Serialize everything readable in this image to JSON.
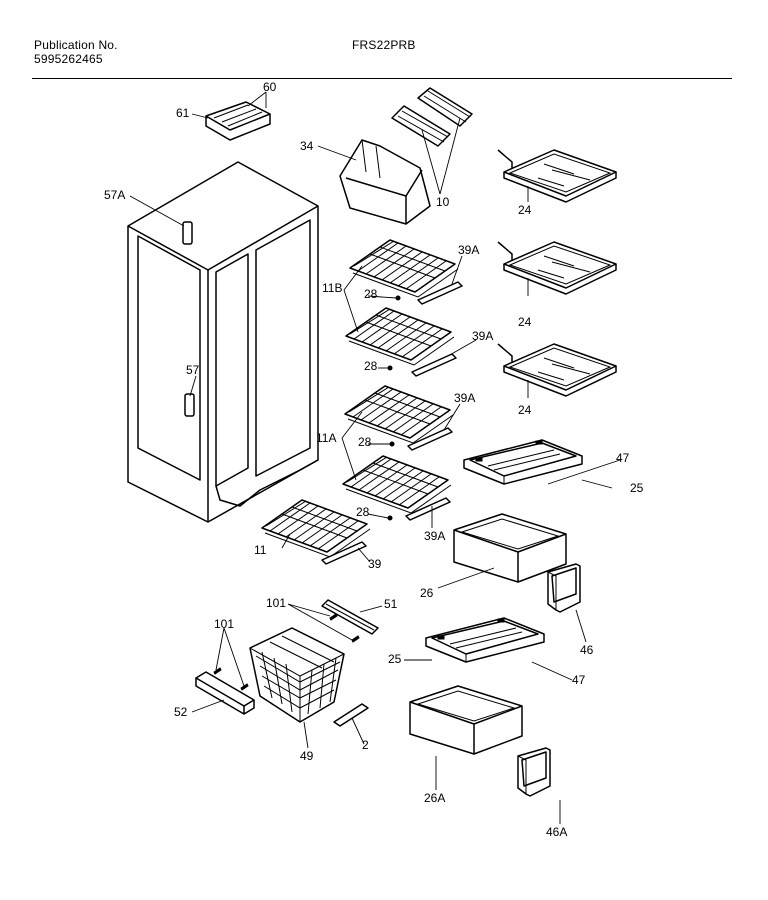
{
  "header": {
    "publication_label": "Publication No.",
    "publication_number": "5995262465",
    "model": "FRS22PRB"
  },
  "callouts": [
    {
      "id": "c60",
      "text": "60"
    },
    {
      "id": "c61",
      "text": "61"
    },
    {
      "id": "c34",
      "text": "34"
    },
    {
      "id": "c10",
      "text": "10"
    },
    {
      "id": "c57A",
      "text": "57A"
    },
    {
      "id": "c24a",
      "text": "24"
    },
    {
      "id": "c39A1",
      "text": "39A"
    },
    {
      "id": "c11B",
      "text": "11B"
    },
    {
      "id": "c28a",
      "text": "28"
    },
    {
      "id": "c24b",
      "text": "24"
    },
    {
      "id": "c39A2",
      "text": "39A"
    },
    {
      "id": "c28b",
      "text": "28"
    },
    {
      "id": "c57",
      "text": "57"
    },
    {
      "id": "c24c",
      "text": "24"
    },
    {
      "id": "c39A3",
      "text": "39A"
    },
    {
      "id": "c11A",
      "text": "11A"
    },
    {
      "id": "c28c",
      "text": "28"
    },
    {
      "id": "c47a",
      "text": "47"
    },
    {
      "id": "c25a",
      "text": "25"
    },
    {
      "id": "c28d",
      "text": "28"
    },
    {
      "id": "c39A4",
      "text": "39A"
    },
    {
      "id": "c11",
      "text": "11"
    },
    {
      "id": "c39",
      "text": "39"
    },
    {
      "id": "c26",
      "text": "26"
    },
    {
      "id": "c46",
      "text": "46"
    },
    {
      "id": "c101a",
      "text": "101"
    },
    {
      "id": "c51",
      "text": "51"
    },
    {
      "id": "c101b",
      "text": "101"
    },
    {
      "id": "c25b",
      "text": "25"
    },
    {
      "id": "c47b",
      "text": "47"
    },
    {
      "id": "c52",
      "text": "52"
    },
    {
      "id": "c2",
      "text": "2"
    },
    {
      "id": "c49",
      "text": "49"
    },
    {
      "id": "c26A",
      "text": "26A"
    },
    {
      "id": "c46A",
      "text": "46A"
    }
  ]
}
